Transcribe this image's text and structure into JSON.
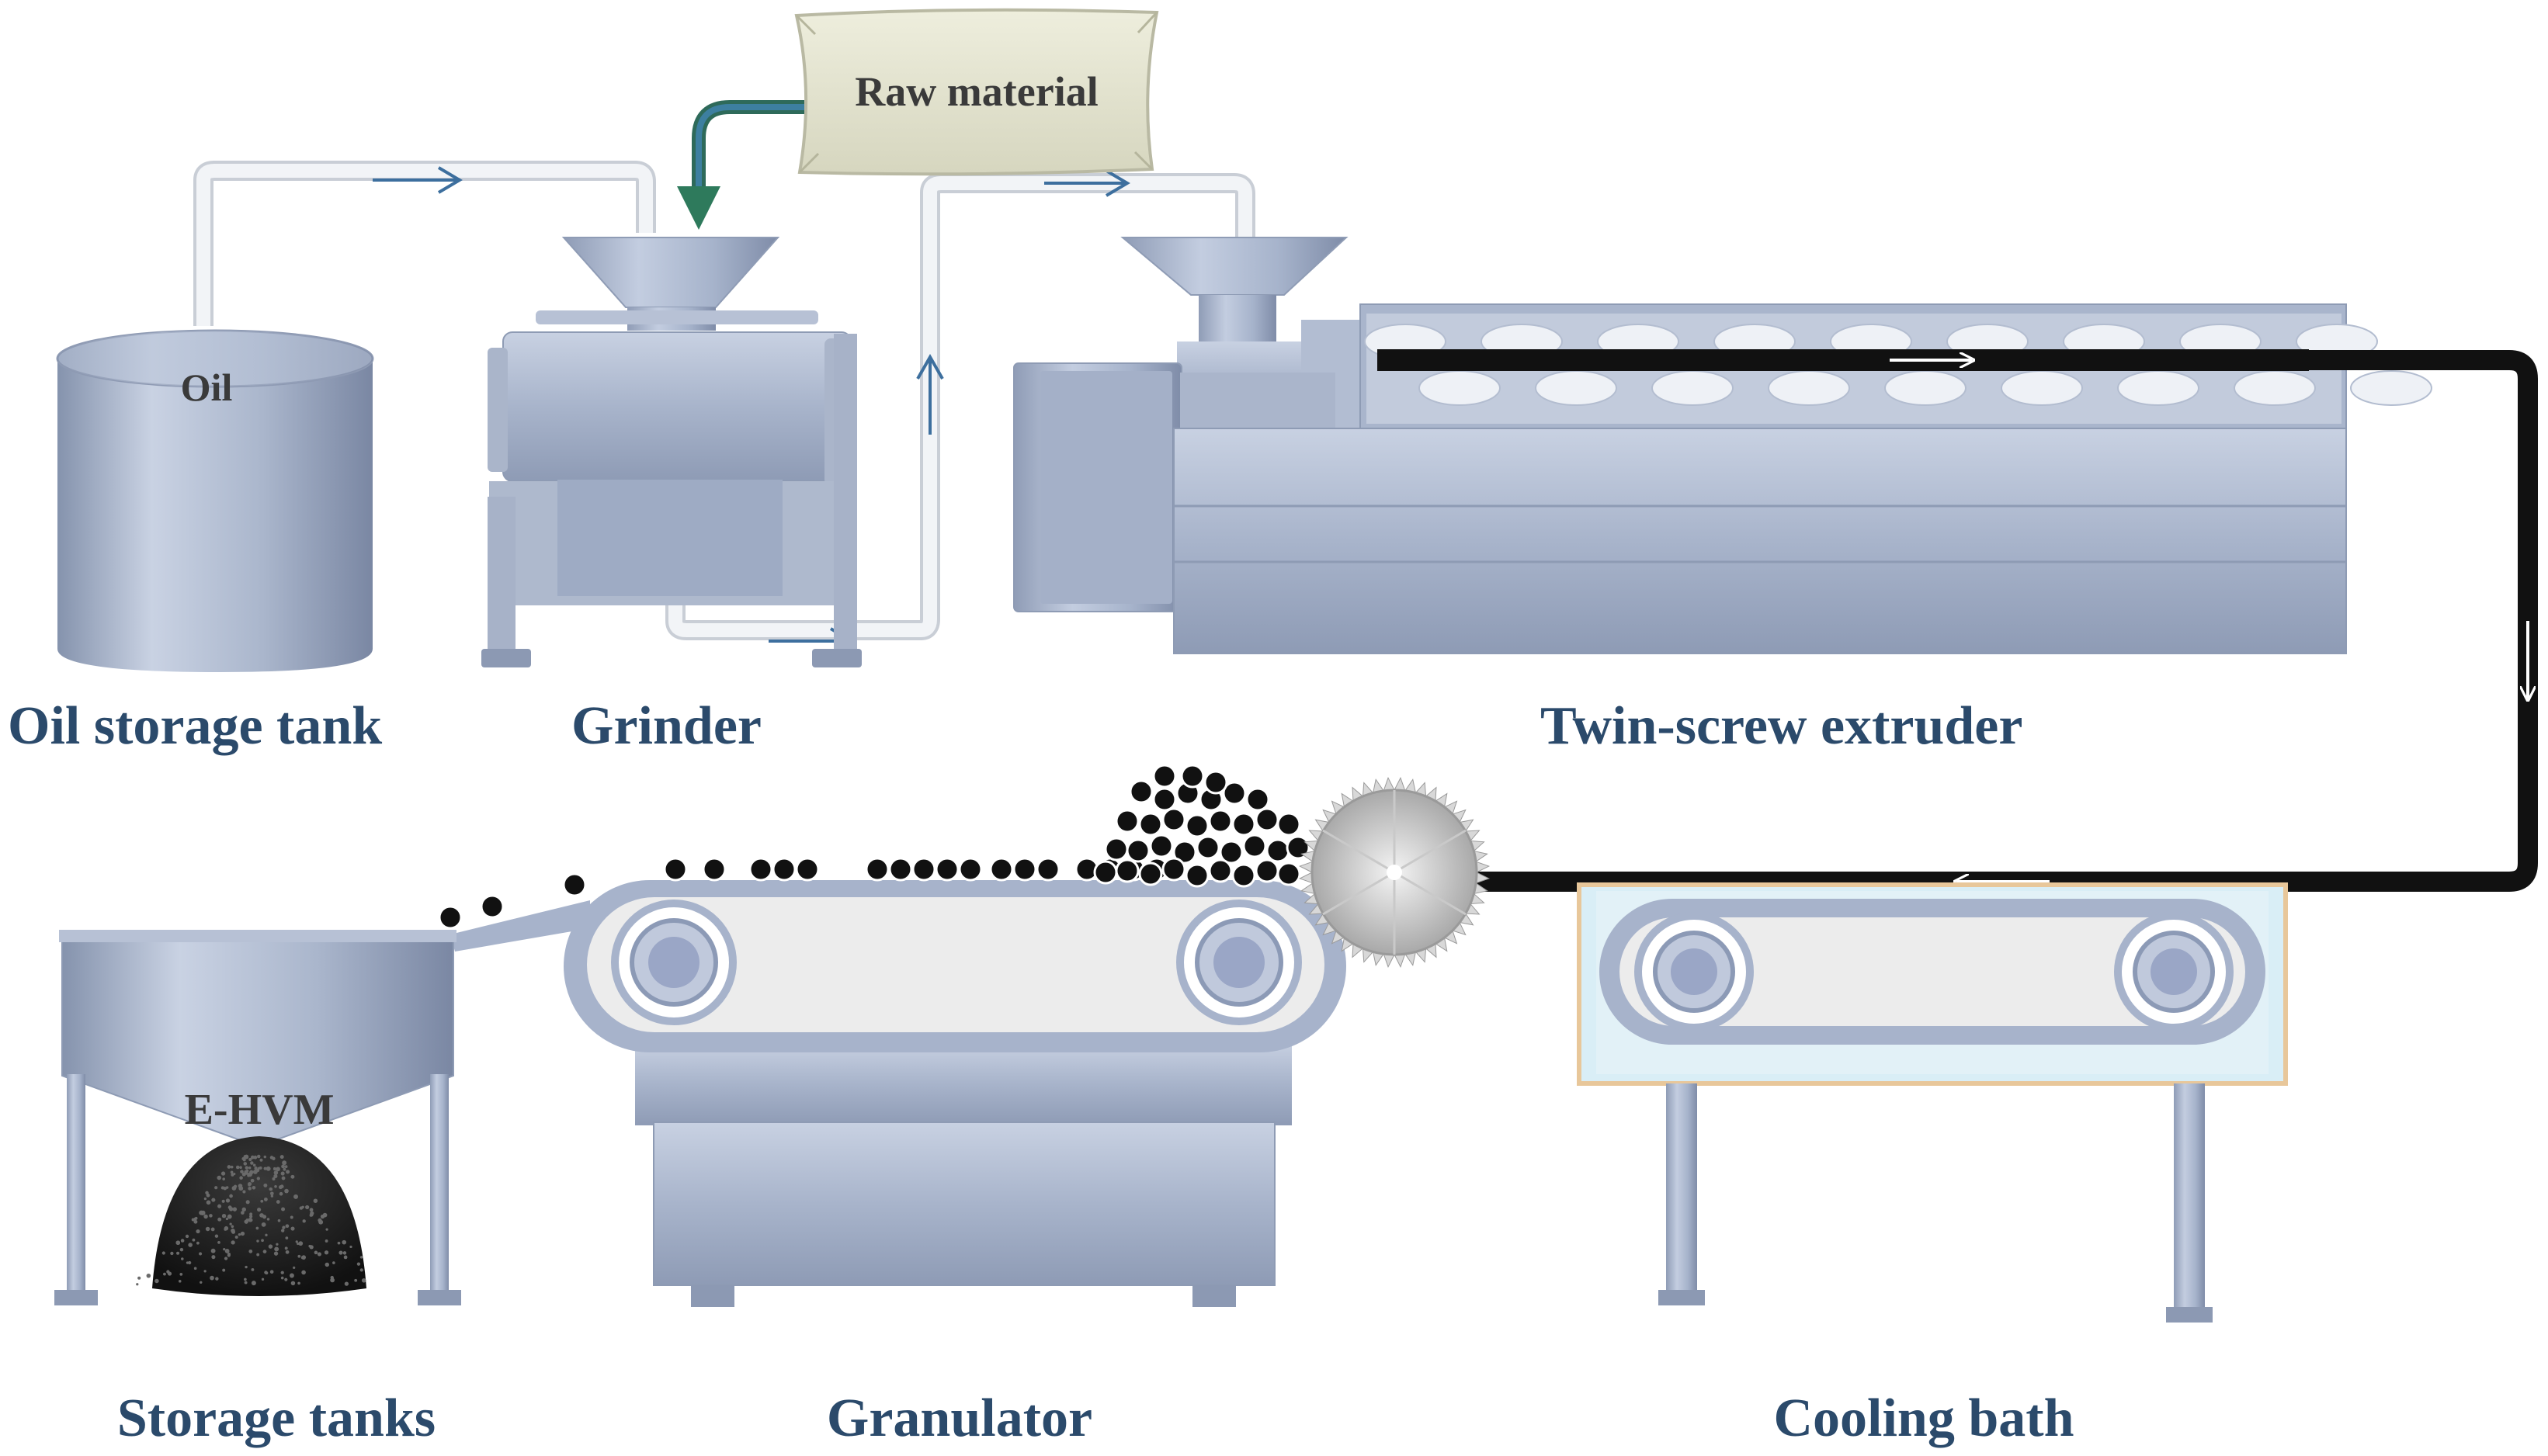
{
  "labels": {
    "raw_material": "Raw material",
    "oil": "Oil",
    "oil_storage_tank": "Oil storage tank",
    "grinder": "Grinder",
    "twin_screw_extruder": "Twin-screw extruder",
    "e_hvm": "E-HVM",
    "storage_tanks": "Storage tanks",
    "granulator": "Granulator",
    "cooling_bath": "Cooling bath"
  },
  "colors": {
    "label_text": "#2b4a6b",
    "flow_arrow": "#3d6f9e",
    "raw_feed_arrow": "#2e6a5a",
    "machine_metal": "#a7b4cc",
    "pipe": "#eceff3",
    "extrudate": "#111111",
    "bath_water": "#d9eef6"
  }
}
